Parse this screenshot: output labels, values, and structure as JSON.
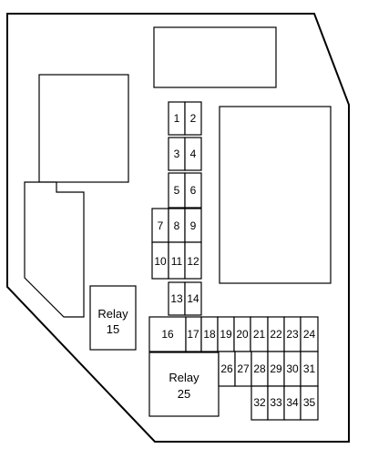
{
  "fuses": [
    "1",
    "2",
    "3",
    "4",
    "5",
    "6",
    "7",
    "8",
    "9",
    "10",
    "11",
    "12",
    "13",
    "14",
    "16",
    "17",
    "18",
    "19",
    "20",
    "21",
    "22",
    "23",
    "24",
    "26",
    "27",
    "28",
    "29",
    "30",
    "31",
    "32",
    "33",
    "34",
    "35"
  ],
  "relays": {
    "relay15": {
      "line1": "Relay",
      "line2": "15"
    },
    "relay25": {
      "line1": "Relay",
      "line2": "25"
    }
  }
}
